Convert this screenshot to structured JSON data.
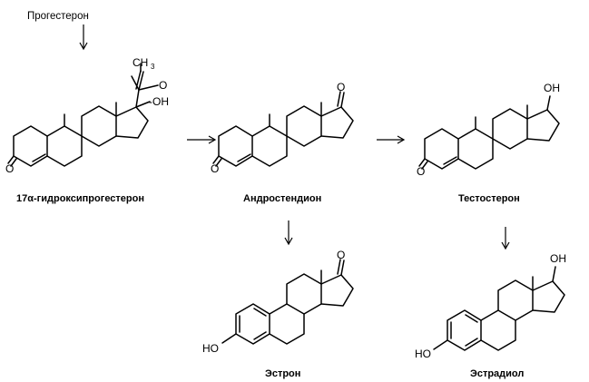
{
  "title": "Прогестерон",
  "compounds": {
    "hydroxyprogesterone": "17α-гидроксипрогестерон",
    "androstenedione": "Андростендион",
    "testosterone": "Тестостерон",
    "estrone": "Эстрон",
    "estradiol": "Эстрадиол"
  },
  "atoms": {
    "ch3_c": "CH",
    "ch3_sub": "3",
    "oh": "OH",
    "oxygen": "O",
    "ho": "HO",
    "oh_dash": "-OH"
  }
}
